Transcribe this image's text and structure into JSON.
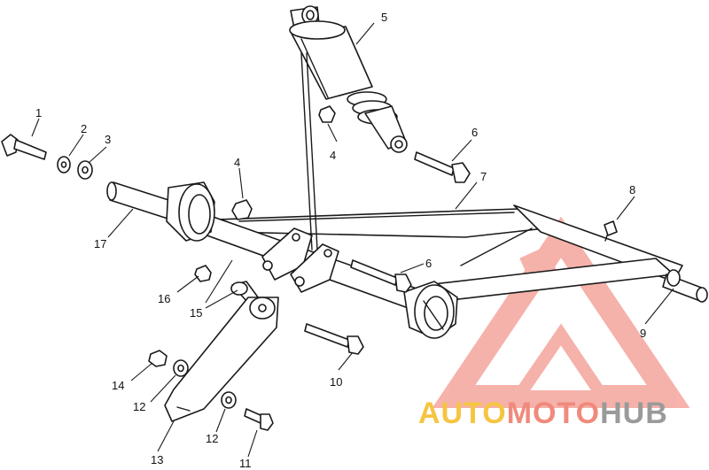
{
  "callouts": {
    "c1": "1",
    "c2": "2",
    "c3": "3",
    "c4a": "4",
    "c4b": "4",
    "c5": "5",
    "c6a": "6",
    "c6b": "6",
    "c7": "7",
    "c8": "8",
    "c9": "9",
    "c10": "10",
    "c11": "11",
    "c12a": "12",
    "c12b": "12",
    "c13": "13",
    "c14": "14",
    "c15": "15",
    "c16": "16",
    "c17": "17"
  },
  "watermark": {
    "part1": "AUTO",
    "part2": "MOTO",
    "part3": "HUB",
    "color_auto": "#f5c542",
    "color_moto": "#f08a7c",
    "color_hub": "#9a9a9a",
    "logo_color": "#f4a59c"
  }
}
